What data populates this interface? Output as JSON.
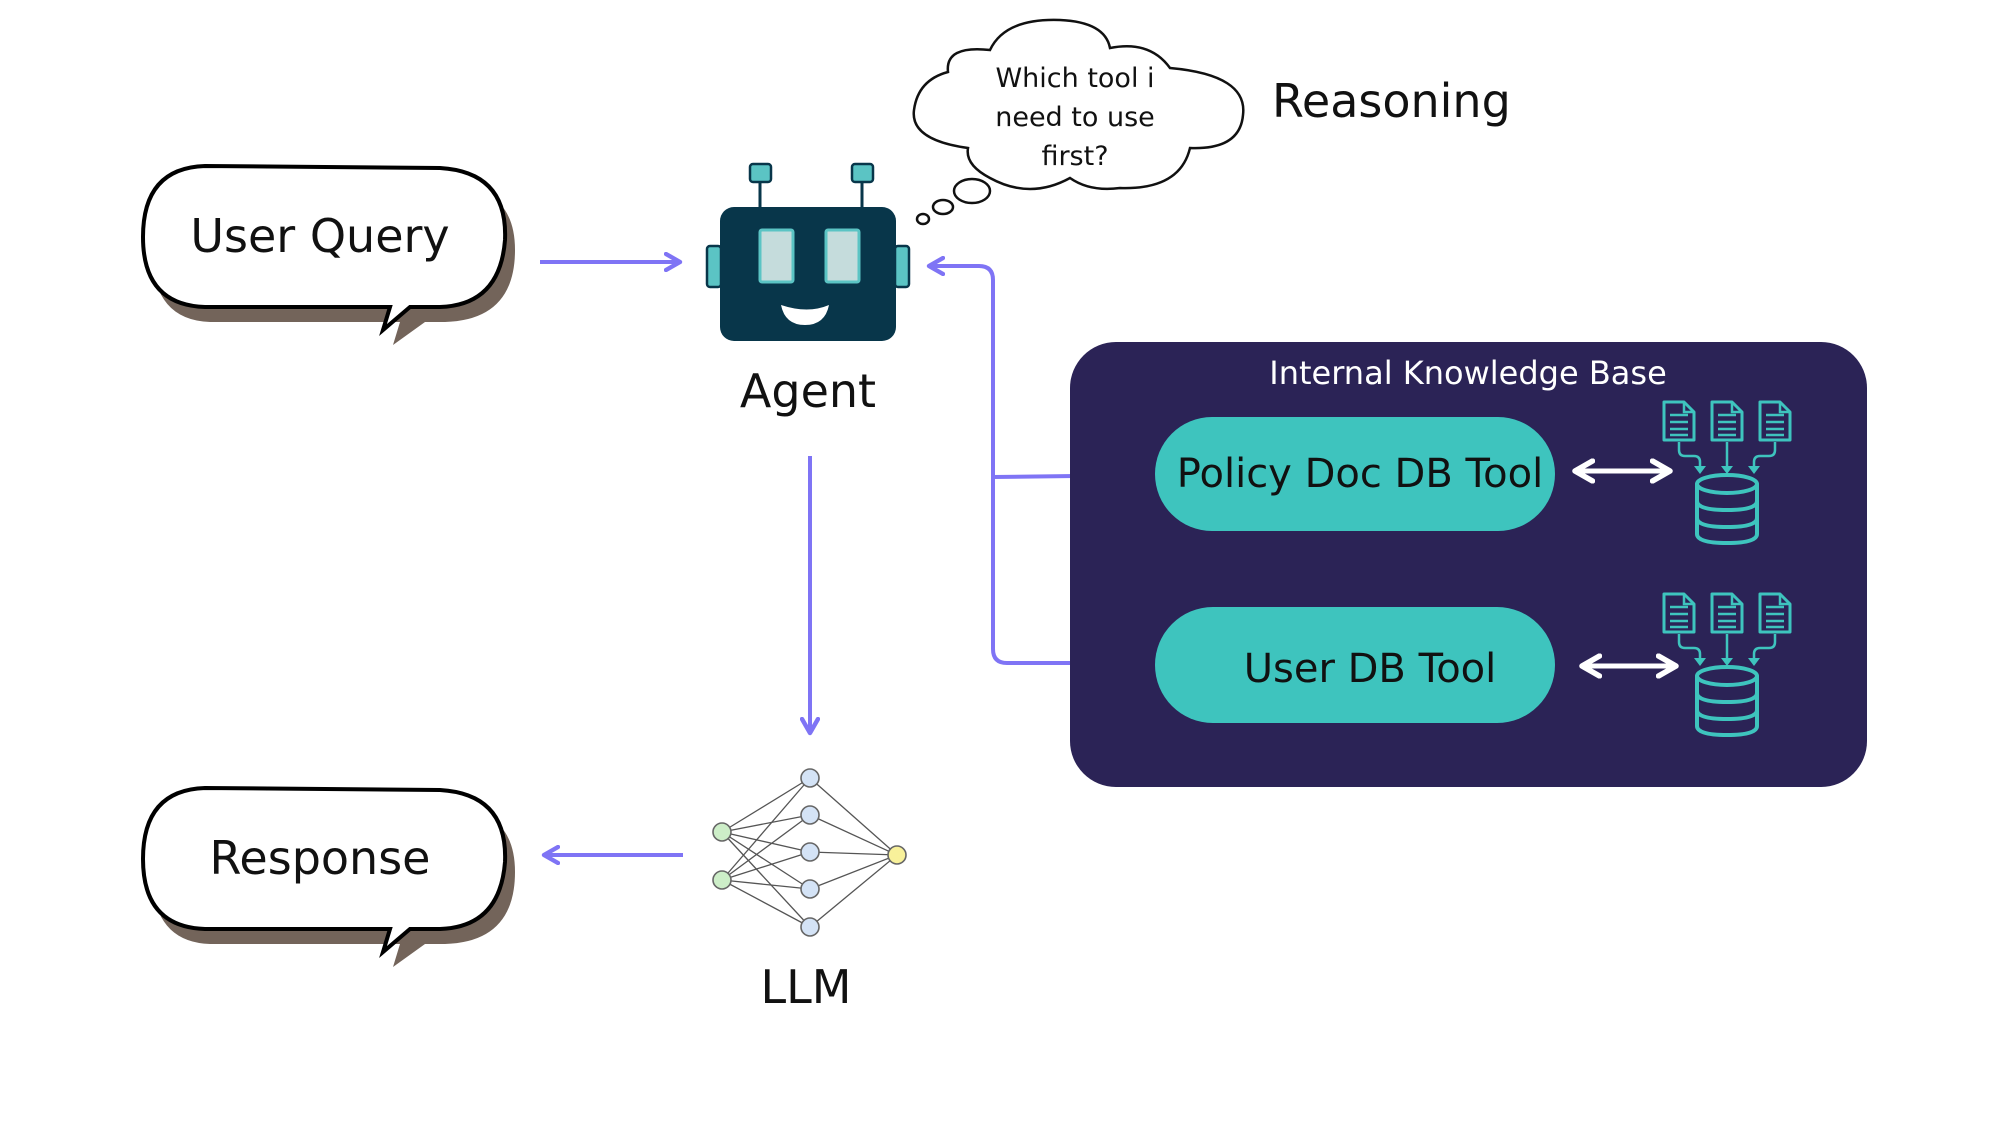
{
  "diagram": {
    "user_query": {
      "label": "User Query"
    },
    "agent": {
      "label": "Agent",
      "icon": "robot-icon"
    },
    "thought": {
      "lines": [
        "Which tool i",
        "need to use",
        "first?"
      ],
      "caption": "Reasoning"
    },
    "llm": {
      "label": "LLM",
      "icon": "neural-network-icon"
    },
    "response": {
      "label": "Response"
    },
    "knowledge_base": {
      "title": "Internal Knowledge Base",
      "tools": [
        {
          "label": "Policy Doc DB Tool",
          "icon": "database-documents-icon"
        },
        {
          "label": "User DB Tool",
          "icon": "database-documents-icon"
        }
      ]
    },
    "edges": [
      {
        "from": "User Query",
        "to": "Agent"
      },
      {
        "from": "Agent",
        "to": "LLM"
      },
      {
        "from": "LLM",
        "to": "Response"
      },
      {
        "from": "Agent",
        "to": "Policy Doc DB Tool",
        "bidirectional": true
      },
      {
        "from": "Agent",
        "to": "User DB Tool",
        "bidirectional": true
      },
      {
        "from": "Policy Doc DB Tool",
        "to": "database",
        "bidirectional": true
      },
      {
        "from": "User DB Tool",
        "to": "database",
        "bidirectional": true
      }
    ],
    "colors": {
      "arrow": "#7f74f5",
      "robot_body": "#08364a",
      "robot_accent": "#5bc4c4",
      "kb_background": "#2b2356",
      "tool_pill": "#3ec4be",
      "bubble_shadow": "#73645a",
      "db_icon": "#3ec4be"
    }
  }
}
